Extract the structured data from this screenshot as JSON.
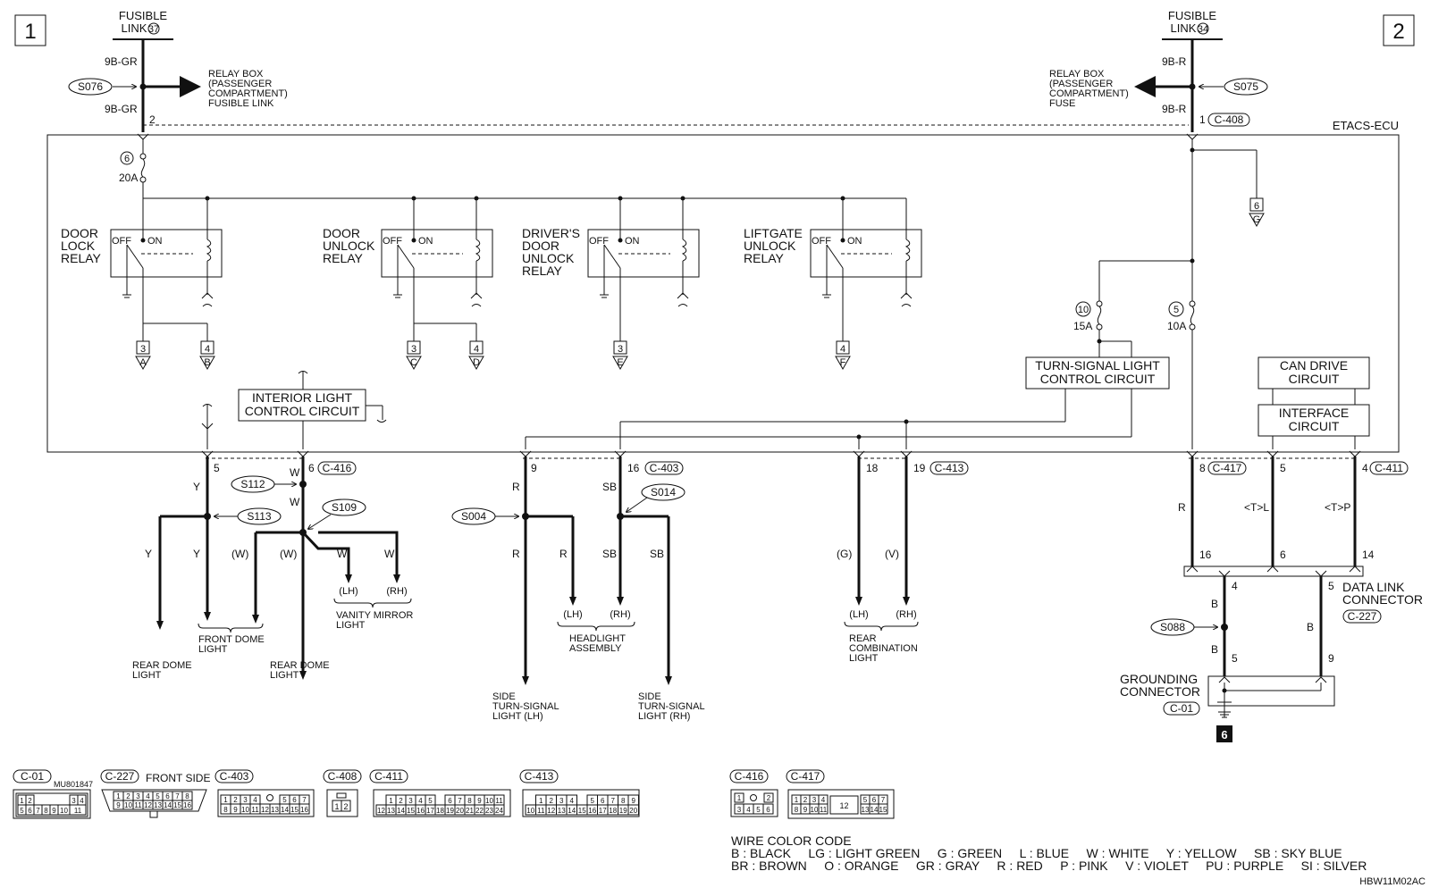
{
  "page_markers": {
    "left": "1",
    "right": "2"
  },
  "ecu": {
    "label": "ETACS-ECU"
  },
  "fusible_links": [
    {
      "line1": "FUSIBLE",
      "line2": "LINK",
      "num": "37",
      "wire_top": "9B-GR",
      "wire_bottom": "9B-GR",
      "splice": "S076",
      "pin": "2",
      "dest": [
        "RELAY BOX",
        "(PASSENGER",
        "COMPARTMENT)",
        "FUSIBLE LINK"
      ]
    },
    {
      "line1": "FUSIBLE",
      "line2": "LINK",
      "num": "34",
      "wire_top": "9B-R",
      "wire_bottom": "9B-R",
      "splice": "S075",
      "pin": "1",
      "connector": "C-408",
      "dest": [
        "RELAY BOX",
        "(PASSENGER",
        "COMPARTMENT)",
        "FUSE"
      ]
    }
  ],
  "fuses": [
    {
      "num": "6",
      "rating": "20A"
    },
    {
      "num": "10",
      "rating": "15A"
    },
    {
      "num": "5",
      "rating": "10A"
    }
  ],
  "relays": [
    {
      "name": [
        "DOOR",
        "LOCK",
        "RELAY"
      ],
      "off": "OFF",
      "on": "ON",
      "outputs": [
        {
          "num": "3",
          "letter": "A"
        },
        {
          "num": "4",
          "letter": "B"
        }
      ]
    },
    {
      "name": [
        "DOOR",
        "UNLOCK",
        "RELAY"
      ],
      "off": "OFF",
      "on": "ON",
      "outputs": [
        {
          "num": "3",
          "letter": "C"
        },
        {
          "num": "4",
          "letter": "D"
        }
      ]
    },
    {
      "name": [
        "DRIVER'S",
        "DOOR",
        "UNLOCK",
        "RELAY"
      ],
      "off": "OFF",
      "on": "ON",
      "outputs": [
        {
          "num": "3",
          "letter": "E"
        }
      ]
    },
    {
      "name": [
        "LIFTGATE",
        "UNLOCK",
        "RELAY"
      ],
      "off": "OFF",
      "on": "ON",
      "outputs": [
        {
          "num": "4",
          "letter": "F"
        }
      ]
    }
  ],
  "ref_g": {
    "num": "6",
    "letter": "G"
  },
  "circuits": {
    "interior": [
      "INTERIOR LIGHT",
      "CONTROL CIRCUIT"
    ],
    "turn": [
      "TURN-SIGNAL LIGHT",
      "CONTROL CIRCUIT"
    ],
    "can": [
      "CAN DRIVE",
      "CIRCUIT"
    ],
    "iface": [
      "INTERFACE",
      "CIRCUIT"
    ]
  },
  "pins": {
    "p5": "5",
    "p6": "6",
    "c416": "C-416",
    "p9": "9",
    "p16": "16",
    "c403": "C-403",
    "p18": "18",
    "p19": "19",
    "c413": "C-413",
    "p8": "8",
    "c417": "C-417",
    "p5b": "5",
    "p4": "4",
    "c411": "C-411"
  },
  "splices": {
    "s112": "S112",
    "s113": "S113",
    "s109": "S109",
    "s004": "S004",
    "s014": "S014",
    "s088": "S088"
  },
  "wires": {
    "y": "Y",
    "w": "W",
    "wp": "(W)",
    "r": "R",
    "sb": "SB",
    "g": "(G)",
    "v": "(V)",
    "tl": "<T>L",
    "tp": "<T>P",
    "b": "B"
  },
  "loads": {
    "rear_dome": [
      "REAR DOME",
      "LIGHT"
    ],
    "front_dome": [
      "FRONT DOME",
      "LIGHT"
    ],
    "vanity": [
      "VANITY MIRROR",
      "LIGHT"
    ],
    "lh": "(LH)",
    "rh": "(RH)",
    "side_lh": [
      "SIDE",
      "TURN-SIGNAL",
      "LIGHT (LH)"
    ],
    "side_rh": [
      "SIDE",
      "TURN-SIGNAL",
      "LIGHT (RH)"
    ],
    "headlight": [
      "HEADLIGHT",
      "ASSEMBLY"
    ],
    "rear_comb": [
      "REAR",
      "COMBINATION",
      "LIGHT"
    ]
  },
  "dlc": {
    "name": [
      "DATA LINK",
      "CONNECTOR"
    ],
    "connector": "C-227",
    "pin16": "16",
    "pin6": "6",
    "pin14": "14",
    "pin4": "4",
    "pin5": "5"
  },
  "ground": {
    "name": [
      "GROUNDING",
      "CONNECTOR"
    ],
    "connector": "C-01",
    "pin5": "5",
    "pin9": "9",
    "symbol": "6"
  },
  "connector_views": {
    "c01": {
      "label": "C-01",
      "part": "MU801847",
      "row1": [
        "1",
        "2",
        "3",
        "4"
      ],
      "row2": [
        "5",
        "6",
        "7",
        "8",
        "9",
        "10",
        "11"
      ]
    },
    "c227": {
      "label": "C-227",
      "note": "FRONT SIDE",
      "row1": [
        "1",
        "2",
        "3",
        "4",
        "5",
        "6",
        "7",
        "8"
      ],
      "row2": [
        "9",
        "10",
        "11",
        "12",
        "13",
        "14",
        "15",
        "16"
      ]
    },
    "c403": {
      "label": "C-403",
      "row1": [
        "1",
        "2",
        "3",
        "4",
        "5",
        "6",
        "7"
      ],
      "row2": [
        "8",
        "9",
        "10",
        "11",
        "12",
        "13",
        "14",
        "15",
        "16"
      ]
    },
    "c408": {
      "label": "C-408",
      "row1": [
        "1",
        "2"
      ]
    },
    "c411": {
      "label": "C-411",
      "row1": [
        "1",
        "2",
        "3",
        "4",
        "5",
        "6",
        "7",
        "8",
        "9",
        "10",
        "11"
      ],
      "row2": [
        "12",
        "13",
        "14",
        "15",
        "16",
        "17",
        "18",
        "19",
        "20",
        "21",
        "22",
        "23",
        "24"
      ]
    },
    "c413": {
      "label": "C-413",
      "row1": [
        "1",
        "2",
        "3",
        "4",
        "5",
        "6",
        "7",
        "8",
        "9"
      ],
      "row2": [
        "10",
        "11",
        "12",
        "13",
        "14",
        "15",
        "16",
        "17",
        "18",
        "19",
        "20"
      ]
    },
    "c416": {
      "label": "C-416",
      "row1": [
        "1",
        "2"
      ],
      "row2": [
        "3",
        "4",
        "5",
        "6"
      ]
    },
    "c417": {
      "label": "C-417",
      "row1": [
        "1",
        "2",
        "3",
        "4",
        "5",
        "6",
        "7"
      ],
      "row2": [
        "8",
        "9",
        "10",
        "11",
        "12",
        "13",
        "14",
        "15"
      ]
    }
  },
  "legend": {
    "title": "WIRE COLOR CODE",
    "line1": "B : BLACK     LG : LIGHT GREEN     G : GREEN     L : BLUE     W : WHITE     Y : YELLOW     SB : SKY BLUE",
    "line2": "BR : BROWN     O : ORANGE     GR : GRAY     R : RED     P : PINK     V : VIOLET     PU : PURPLE     SI : SILVER"
  },
  "code": "HBW11M02AC"
}
